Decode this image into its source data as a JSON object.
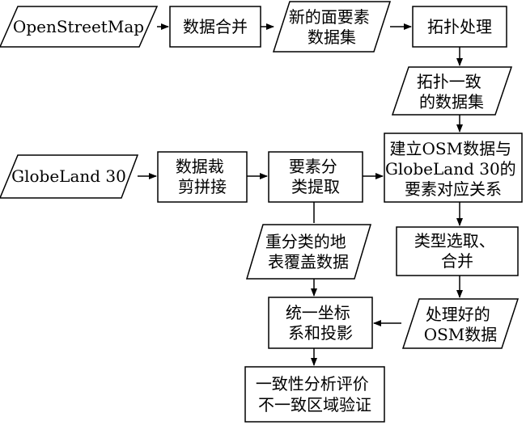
{
  "nodes": {
    "osm_source": {
      "lines": [
        "OpenStreetMap"
      ]
    },
    "data_merge": {
      "lines": [
        "数据合并"
      ]
    },
    "new_polygon_dataset": {
      "lines": [
        "新的面要素",
        "数据集"
      ]
    },
    "topology_processing": {
      "lines": [
        "拓扑处理"
      ]
    },
    "topology_consistent_dataset": {
      "lines": [
        "拓扑一致",
        "的数据集"
      ]
    },
    "build_correspondence": {
      "lines": [
        "建立OSM数据与",
        "GlobeLand 30的",
        "要素对应关系"
      ]
    },
    "globeland_source": {
      "lines": [
        "GlobeLand 30"
      ]
    },
    "clip_mosaic": {
      "lines": [
        "数据裁",
        "剪拼接"
      ]
    },
    "feature_extract": {
      "lines": [
        "要素分",
        "类提取"
      ]
    },
    "reclassified_landcover": {
      "lines": [
        "重分类的地",
        "表覆盖数据"
      ]
    },
    "type_select_merge": {
      "lines": [
        "类型选取、",
        "合并"
      ]
    },
    "processed_osm": {
      "lines": [
        "处理好的",
        "OSM数据"
      ]
    },
    "unify_projection": {
      "lines": [
        "统一坐标",
        "系和投影"
      ]
    },
    "consistency_eval": {
      "lines": [
        "一致性分析评价",
        "不一致区域验证"
      ]
    }
  }
}
